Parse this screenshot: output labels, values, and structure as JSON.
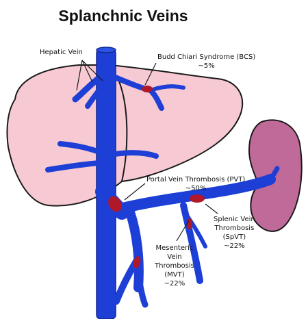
{
  "title": "Splanchnic Veins",
  "labels": {
    "hepatic_vein": "Hepatic Vein",
    "bcs": {
      "name": "Budd Chiari Syndrome (BCS)",
      "pct": "~5%"
    },
    "pvt": {
      "name": "Portal Vein Thrombosis (PVT)",
      "pct": "~50%"
    },
    "spvt": {
      "line1": "Splenic Vein",
      "line2": "Thrombosis",
      "line3": "(SpVT)",
      "pct": "~22%"
    },
    "mvt": {
      "line1": "Mesenteric",
      "line2": "Vein",
      "line3": "Thrombosis",
      "line4": "(MVT)",
      "pct": "~22%"
    }
  },
  "colors": {
    "liver": "#f6c9d3",
    "spleen": "#c06a9a",
    "vein": "#1d3fd6",
    "vein_dark": "#14288f",
    "clot": "#b0182a",
    "outline": "#1a1a1a"
  }
}
